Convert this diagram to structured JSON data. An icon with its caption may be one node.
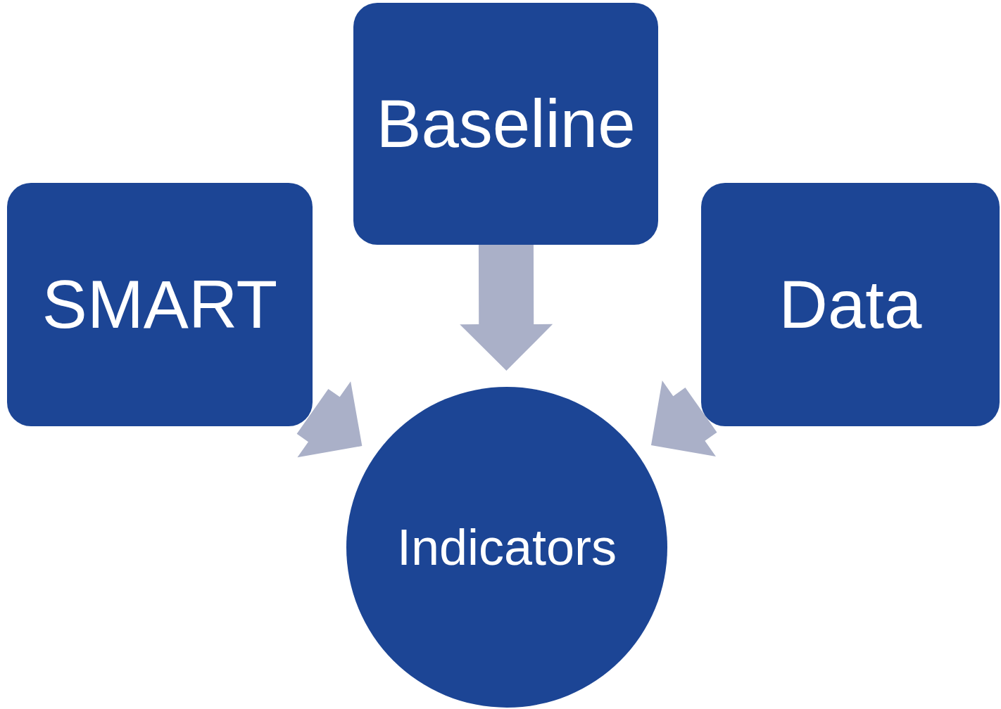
{
  "diagram": {
    "nodes": [
      {
        "text": [
          "Baseline"
        ]
      },
      {
        "text": [
          "SMART"
        ]
      },
      {
        "text": [
          "Data"
        ]
      },
      {
        "text": [
          "Indicators"
        ]
      }
    ],
    "edges": [
      {
        "from": 0,
        "to": 3,
        "arrow": "to"
      },
      {
        "from": 1,
        "to": 3,
        "arrow": "to"
      },
      {
        "from": 2,
        "to": 3,
        "arrow": "to"
      }
    ]
  }
}
